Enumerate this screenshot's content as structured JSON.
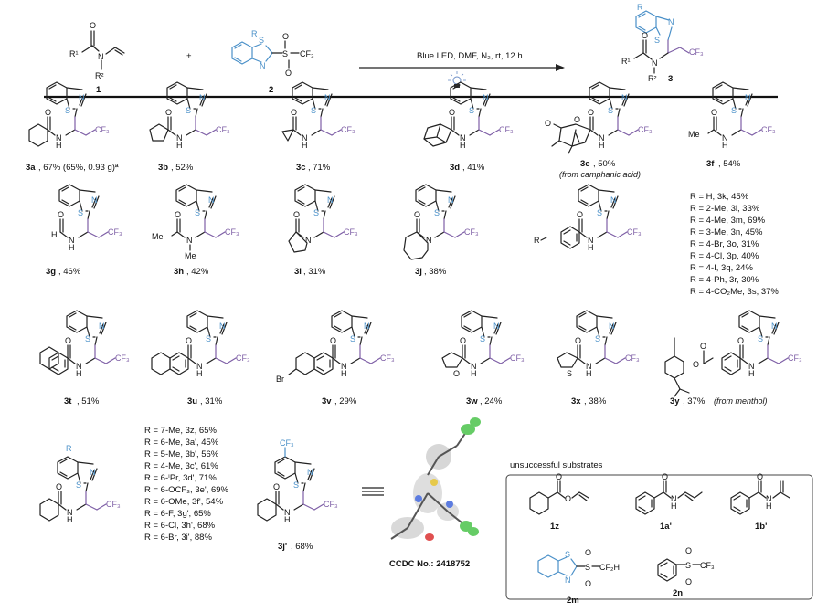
{
  "scheme": {
    "conditions": "Blue LED, DMF, N₂, rt, 12 h",
    "reactant1": "1",
    "reactant2": "2",
    "product": "3",
    "plus": "+",
    "r_labels": {
      "r1": "R¹",
      "r2": "R²",
      "r": "R",
      "cf3": "CF₃",
      "s": "S",
      "n": "N",
      "o": "O"
    }
  },
  "products": {
    "p3a": {
      "id": "3a",
      "text": ", 67% (65%, 0.93 g)ª"
    },
    "p3b": {
      "id": "3b",
      "text": ", 52%"
    },
    "p3c": {
      "id": "3c",
      "text": ", 71%"
    },
    "p3d": {
      "id": "3d",
      "text": ", 41%"
    },
    "p3e": {
      "id": "3e",
      "text": ", 50%",
      "note": "(from camphanic acid)"
    },
    "p3f": {
      "id": "3f",
      "text": ", 54%"
    },
    "p3g": {
      "id": "3g",
      "text": ", 46%"
    },
    "p3h": {
      "id": "3h",
      "text": ", 42%"
    },
    "p3i": {
      "id": "3i",
      "text": ", 31%"
    },
    "p3j": {
      "id": "3j",
      "text": ", 38%"
    },
    "p3t": {
      "id": "3t",
      "text": ", 51%"
    },
    "p3u": {
      "id": "3u",
      "text": ", 31%"
    },
    "p3v": {
      "id": "3v",
      "text": ", 29%"
    },
    "p3w": {
      "id": "3w",
      "text": ", 24%"
    },
    "p3x": {
      "id": "3x",
      "text": ", 38%"
    },
    "p3y": {
      "id": "3y",
      "text": ", 37%",
      "note": "(from menthol)"
    },
    "p3j2": {
      "id": "3j'",
      "text": ", 68%"
    }
  },
  "aryl_series": [
    "R = H, 3k, 45%",
    "R = 2-Me, 3l, 33%",
    "R = 4-Me, 3m, 69%",
    "R = 3-Me, 3n, 45%",
    "R = 4-Br, 3o, 31%",
    "R = 4-Cl, 3p, 40%",
    "R = 4-I, 3q, 24%",
    "R = 4-Ph, 3r, 30%",
    "R = 4-CO₂Me, 3s, 37%"
  ],
  "btz_series": [
    "R = 7-Me, 3z, 65%",
    "R = 6-Me, 3a', 45%",
    "R = 5-Me, 3b', 56%",
    "R = 4-Me, 3c', 61%",
    "R = 6-ⁱPr, 3d', 71%",
    "R = 6-OCF₃, 3e', 69%",
    "R = 6-OMe, 3f', 54%",
    "R = 6-F, 3g', 65%",
    "R = 6-Cl, 3h', 68%",
    "R = 6-Br, 3i', 88%"
  ],
  "crystal": {
    "label": "CCDC No.: 2418752"
  },
  "unsuccessful": {
    "title": "unsuccessful substrates",
    "items": [
      "1z",
      "1a'",
      "1b'",
      "2m",
      "2n"
    ],
    "groups": {
      "cf2h": "CF₂H",
      "cf3": "CF₃"
    }
  },
  "colors": {
    "benzothiazole": "#4a90c8",
    "cf3_chain": "#7e5fa6",
    "highlight": "#d64545"
  }
}
